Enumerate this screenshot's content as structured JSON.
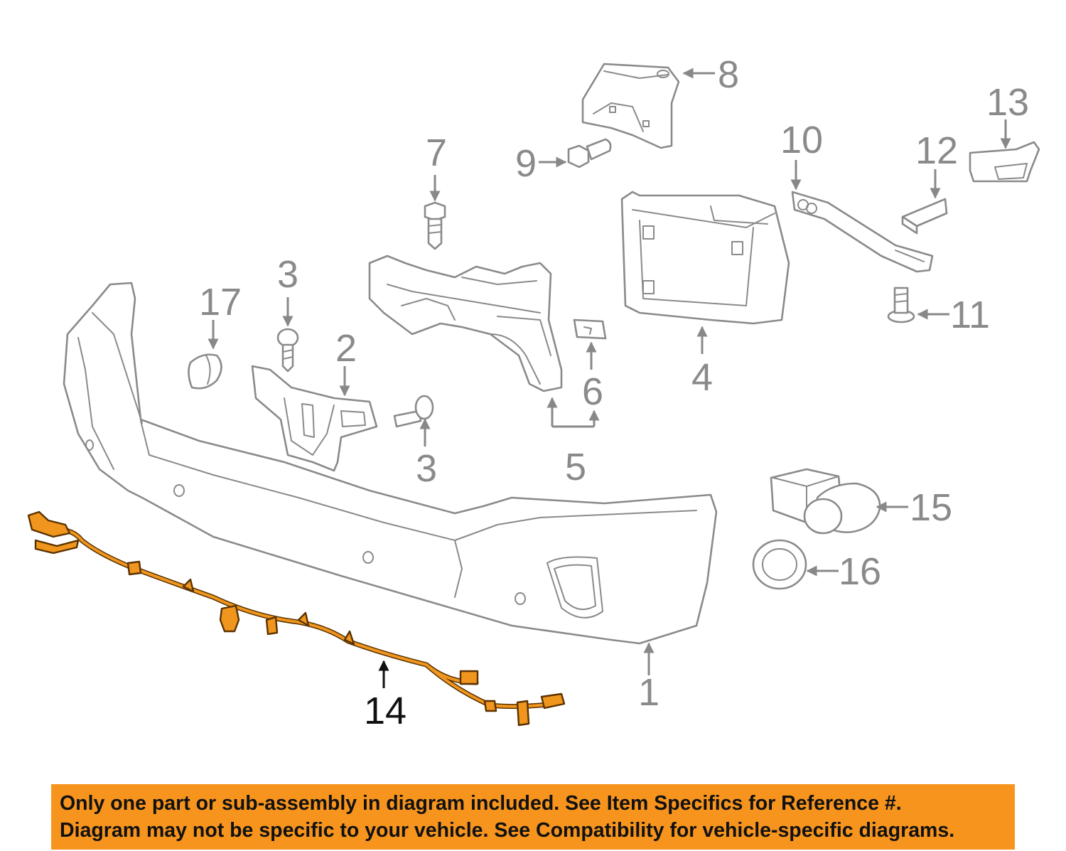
{
  "diagram": {
    "callouts": [
      {
        "id": "1",
        "label": "1"
      },
      {
        "id": "2",
        "label": "2"
      },
      {
        "id": "3a",
        "label": "3"
      },
      {
        "id": "3b",
        "label": "3"
      },
      {
        "id": "4",
        "label": "4"
      },
      {
        "id": "5",
        "label": "5"
      },
      {
        "id": "6",
        "label": "6"
      },
      {
        "id": "7",
        "label": "7"
      },
      {
        "id": "8",
        "label": "8"
      },
      {
        "id": "9",
        "label": "9"
      },
      {
        "id": "10",
        "label": "10"
      },
      {
        "id": "11",
        "label": "11"
      },
      {
        "id": "12",
        "label": "12"
      },
      {
        "id": "13",
        "label": "13"
      },
      {
        "id": "14",
        "label": "14"
      },
      {
        "id": "15",
        "label": "15"
      },
      {
        "id": "16",
        "label": "16"
      },
      {
        "id": "17",
        "label": "17"
      }
    ],
    "colors": {
      "line_art": "#8a8a8a",
      "harness": "#f0961e",
      "harness_outline": "#5a3200",
      "highlight_label": "#111111"
    }
  },
  "banner": {
    "background": "#f7941d",
    "line1": "Only one part or sub-assembly in diagram included. See Item Specifics for Reference #.",
    "line2": "Diagram may not be specific to your vehicle. See Compatibility for vehicle-specific diagrams."
  }
}
